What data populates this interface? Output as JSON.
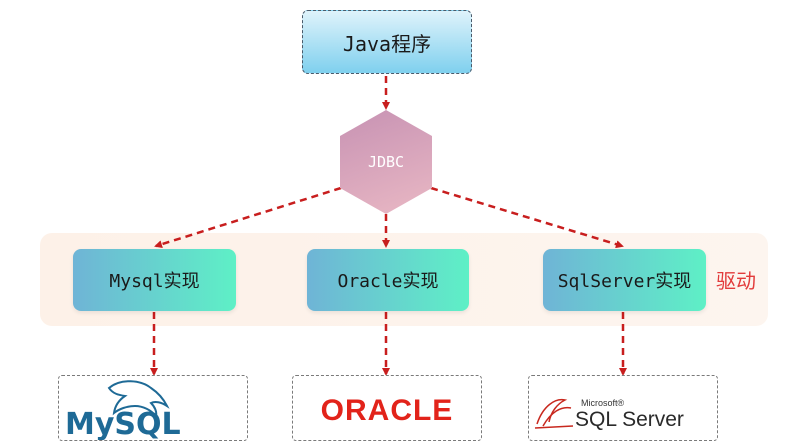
{
  "nodes": {
    "java": "Java程序",
    "jdbc": "JDBC",
    "mysql_impl": "Mysql实现",
    "oracle_impl": "Oracle实现",
    "sqlserver_impl": "SqlServer实现",
    "driver_label": "驱动"
  },
  "logos": {
    "mysql": "MySQL",
    "oracle": "ORACLE",
    "sqlserver_small": "Microsoft®",
    "sqlserver": "SQL Server"
  },
  "colors": {
    "arrow": "#c81e1e",
    "driver_label": "#e23b3b",
    "mysql_blue": "#1e6a96",
    "mysql_orange": "#e48a1c",
    "oracle_red": "#e2231a"
  }
}
